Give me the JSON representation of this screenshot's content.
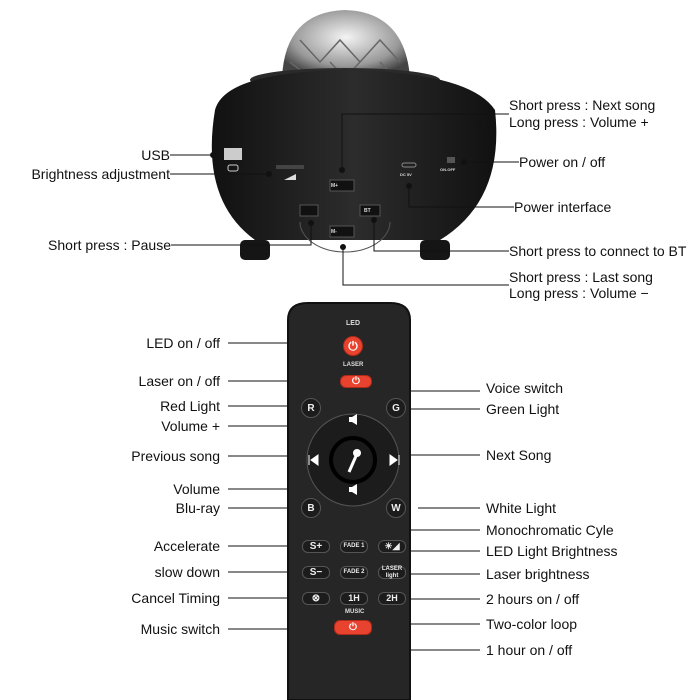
{
  "device": {
    "port_labels": {
      "bt_button": "BT",
      "mode_plus": "M+",
      "mode_minus": "M-",
      "power_port": "DC 5V",
      "switch": "ON-OFF"
    },
    "callouts_left": [
      {
        "id": "usb",
        "text": "USB"
      },
      {
        "id": "brightness",
        "text": "Brightness adjustment"
      },
      {
        "id": "pause",
        "text": "Short press : Pause"
      }
    ],
    "callouts_right": [
      {
        "id": "next-song",
        "text": "Short press : Next song"
      },
      {
        "id": "vol-up",
        "text": "Long press : Volume +"
      },
      {
        "id": "power",
        "text": "Power on / off"
      },
      {
        "id": "power-interface",
        "text": "Power interface"
      },
      {
        "id": "bt",
        "text": "Short press to connect to BT"
      },
      {
        "id": "last-song",
        "text": "Short press : Last song"
      },
      {
        "id": "vol-down",
        "text": "Long press : Volume −"
      }
    ]
  },
  "remote": {
    "buttons": {
      "led": "LED",
      "laser": "LASER",
      "r": "R",
      "g": "G",
      "b": "B",
      "w": "W",
      "s_plus": "S+",
      "s_minus": "S−",
      "fade1": "FADE 1",
      "fade2": "FADE 2",
      "laser_light": "LASER light",
      "h1": "1H",
      "h2": "2H",
      "music": "MUSIC"
    },
    "callouts_left": [
      "LED on / off",
      "Laser on / off",
      "Red Light",
      "Volume +",
      "Previous song",
      "Volume",
      "Blu-ray",
      "Accelerate",
      "slow down",
      "Cancel Timing",
      "Music switch"
    ],
    "callouts_right": [
      "Voice switch",
      "Green Light",
      "Next Song",
      "White Light",
      "Monochromatic Cyle",
      "LED Light Brightness",
      "Laser brightness",
      "2 hours on / off",
      "Two-color loop",
      "1 hour on / off"
    ]
  },
  "colors": {
    "accent": "#e8432f",
    "body": "#1a1a1a"
  }
}
